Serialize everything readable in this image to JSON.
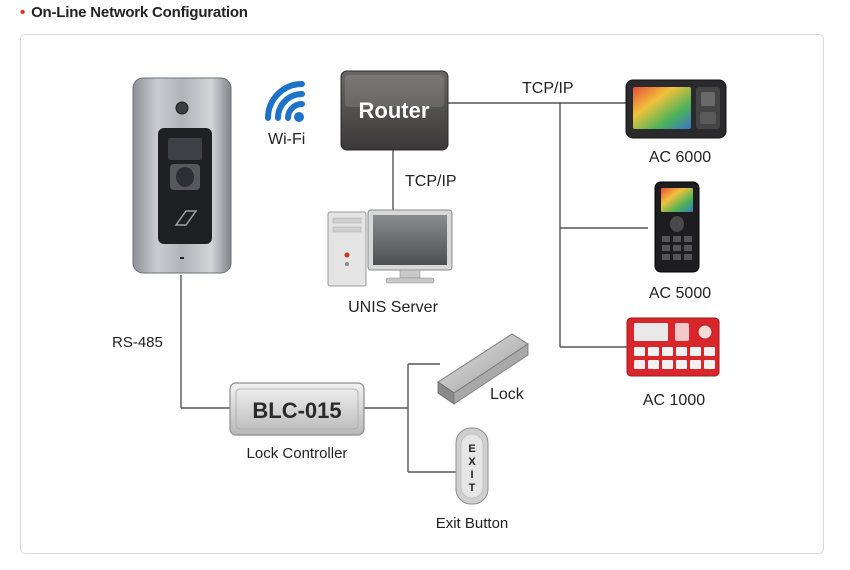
{
  "heading": {
    "bullet": "•",
    "title": "On-Line Network Configuration"
  },
  "router": {
    "label": "Router"
  },
  "wifi": {
    "label": "Wi-Fi",
    "icon": "wifi-icon"
  },
  "links": {
    "tcpip_top": "TCP/IP",
    "tcpip_server": "TCP/IP",
    "rs485": "RS-485"
  },
  "server": {
    "label": "UNIS Server"
  },
  "devices": [
    {
      "label": "AC 6000"
    },
    {
      "label": "AC 5000"
    },
    {
      "label": "AC 1000"
    }
  ],
  "controller": {
    "name": "BLC-015",
    "label": "Lock Controller"
  },
  "lock": {
    "label": "Lock"
  },
  "exit_button": {
    "label": "Exit Button",
    "glyphs": [
      "E",
      "X",
      "I",
      "T"
    ]
  },
  "colors": {
    "accent": "#e0301e",
    "wifi_blue": "#1e73c8",
    "line": "#555555"
  }
}
